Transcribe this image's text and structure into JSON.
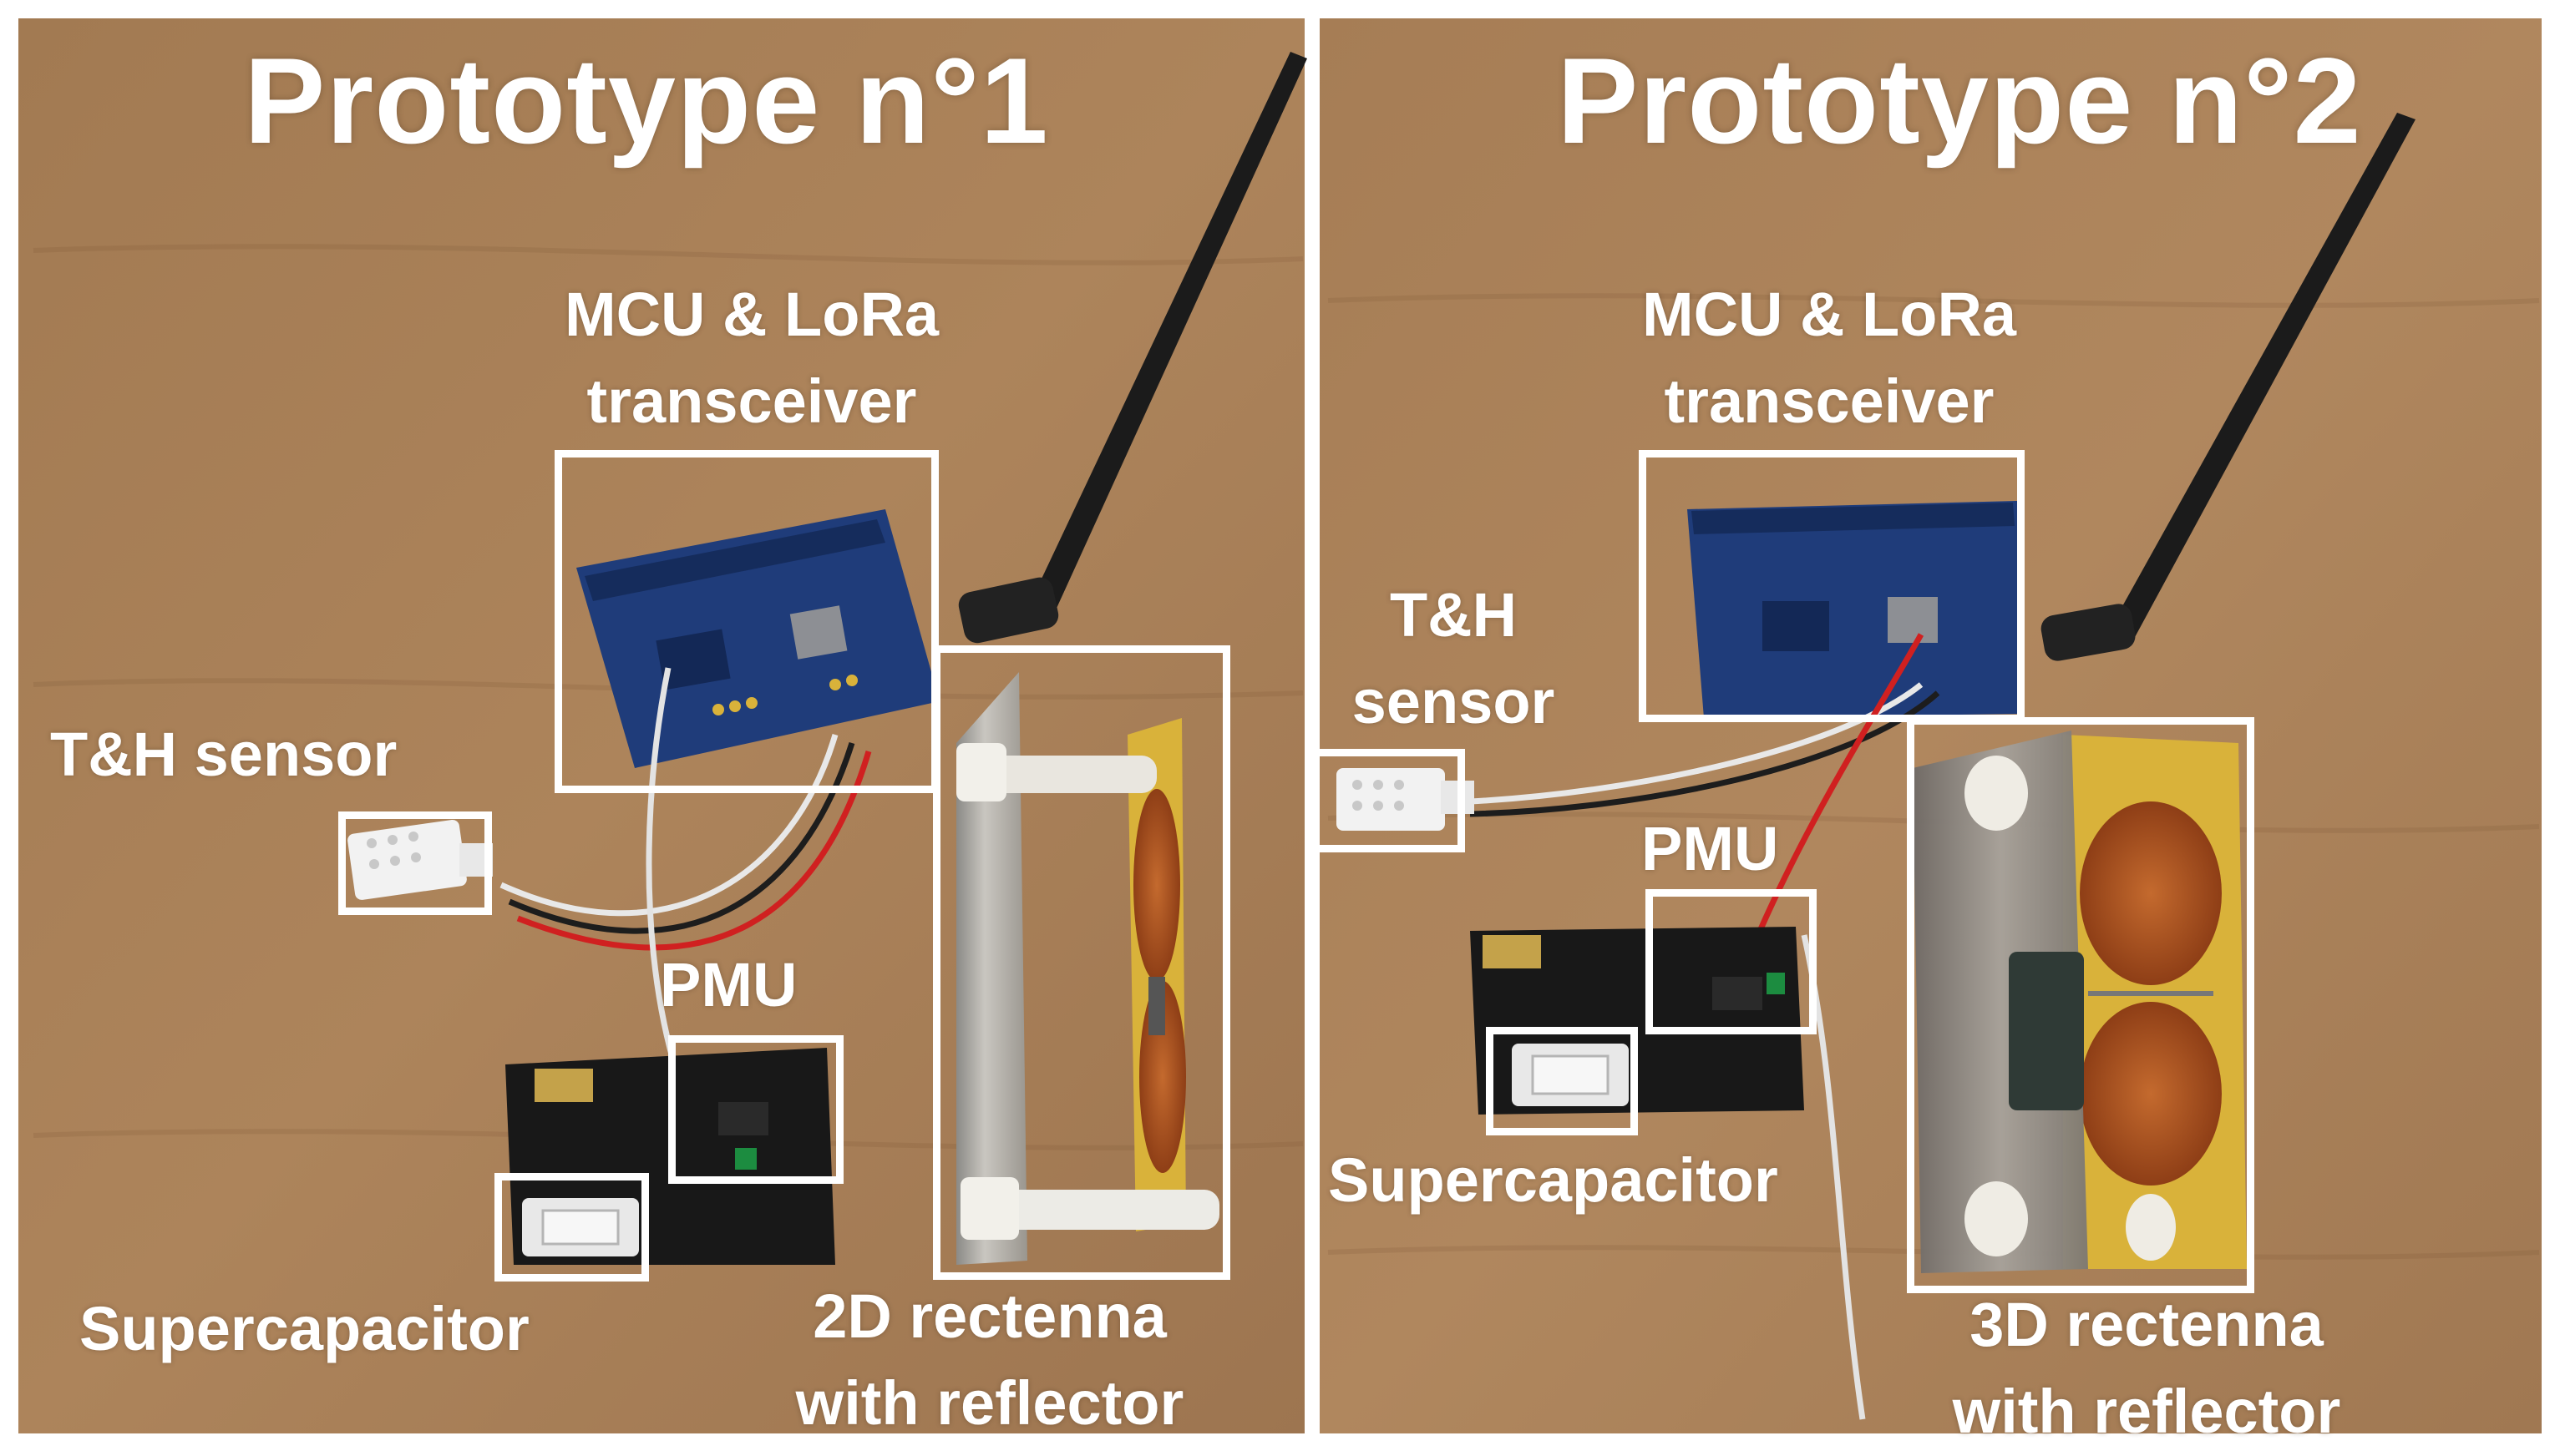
{
  "prototypes": [
    {
      "title": "Prototype n°1",
      "labels": {
        "mcu_line1": "MCU & LoRa",
        "mcu_line2": "transceiver",
        "sensor": "T&H sensor",
        "pmu": "PMU",
        "supercapacitor": "Supercapacitor",
        "rectenna_line1": "2D rectenna",
        "rectenna_line2": "with reflector"
      }
    },
    {
      "title": "Prototype n°2",
      "labels": {
        "mcu_line1": "MCU & LoRa",
        "mcu_line2": "transceiver",
        "sensor_line1": "T&H",
        "sensor_line2": "sensor",
        "pmu": "PMU",
        "supercapacitor": "Supercapacitor",
        "rectenna_line1": "3D rectenna",
        "rectenna_line2": "with reflector"
      }
    }
  ],
  "colors": {
    "table": "#a87f58",
    "annotation": "#ffffff",
    "pcb": "#1d3b78",
    "antenna": "#1a1a1a",
    "copper": "#b0521e",
    "rectenna_substrate": "#d9b23a"
  }
}
